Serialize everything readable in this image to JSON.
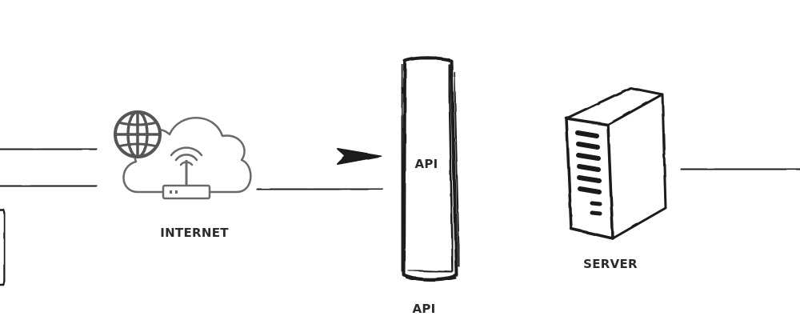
{
  "labels": {
    "internet": "INTERNET",
    "api_in_box": "API",
    "api_below": "API",
    "server": "SERVER"
  },
  "nodes": [
    {
      "name": "client-device",
      "icon": "laptop-icon"
    },
    {
      "name": "internet",
      "icon": "cloud-icon"
    },
    {
      "name": "api",
      "icon": "api-gateway-icon"
    },
    {
      "name": "server",
      "icon": "server-tower-icon"
    }
  ],
  "colors": {
    "stroke": "#1a1a1a",
    "cloud_stroke": "#555555",
    "text": "#2b2b2b",
    "background": "#ffffff"
  }
}
